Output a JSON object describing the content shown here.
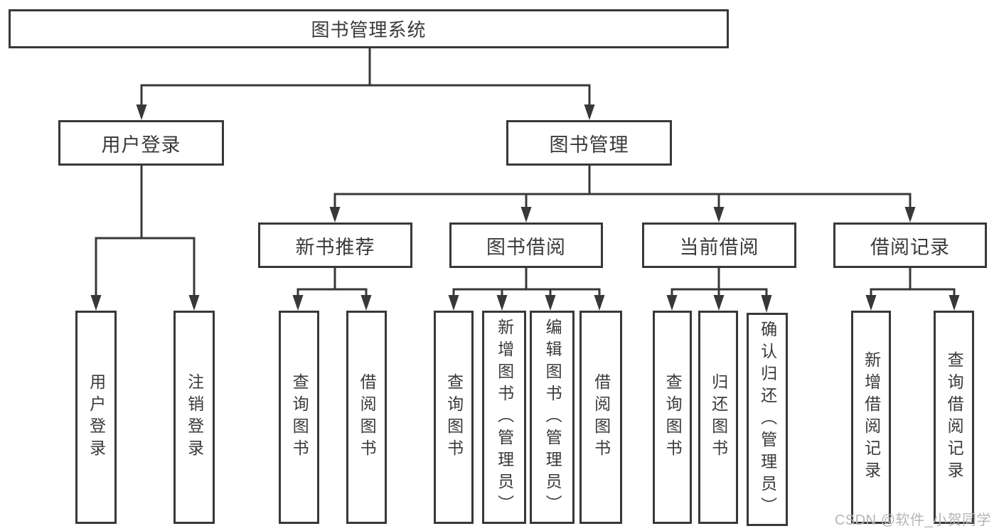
{
  "tree": {
    "root": {
      "label": "图书管理系统"
    },
    "level2": [
      {
        "label": "用户登录",
        "children": [
          {
            "label": "用户登录"
          },
          {
            "label": "注销登录"
          }
        ]
      },
      {
        "label": "图书管理",
        "children": [
          {
            "label": "新书推荐",
            "children": [
              {
                "label": "查询图书"
              },
              {
                "label": "借阅图书"
              }
            ]
          },
          {
            "label": "图书借阅",
            "children": [
              {
                "label": "查询图书"
              },
              {
                "label": "新增图书（管理员）"
              },
              {
                "label": "编辑图书（管理员）"
              },
              {
                "label": "借阅图书"
              }
            ]
          },
          {
            "label": "当前借阅",
            "children": [
              {
                "label": "查询图书"
              },
              {
                "label": "归还图书"
              },
              {
                "label": "确认归还（管理员）"
              }
            ]
          },
          {
            "label": "借阅记录",
            "children": [
              {
                "label": "新增借阅记录"
              },
              {
                "label": "查询借阅记录"
              }
            ]
          }
        ]
      }
    ]
  },
  "watermark": {
    "text": "CSDN @软件_小贺同学"
  },
  "colors": {
    "line": "#383838",
    "text": "#3a3a3a",
    "box_background": "#ffffff",
    "page_background": "#ffffff",
    "watermark": "#b5b5b5"
  }
}
